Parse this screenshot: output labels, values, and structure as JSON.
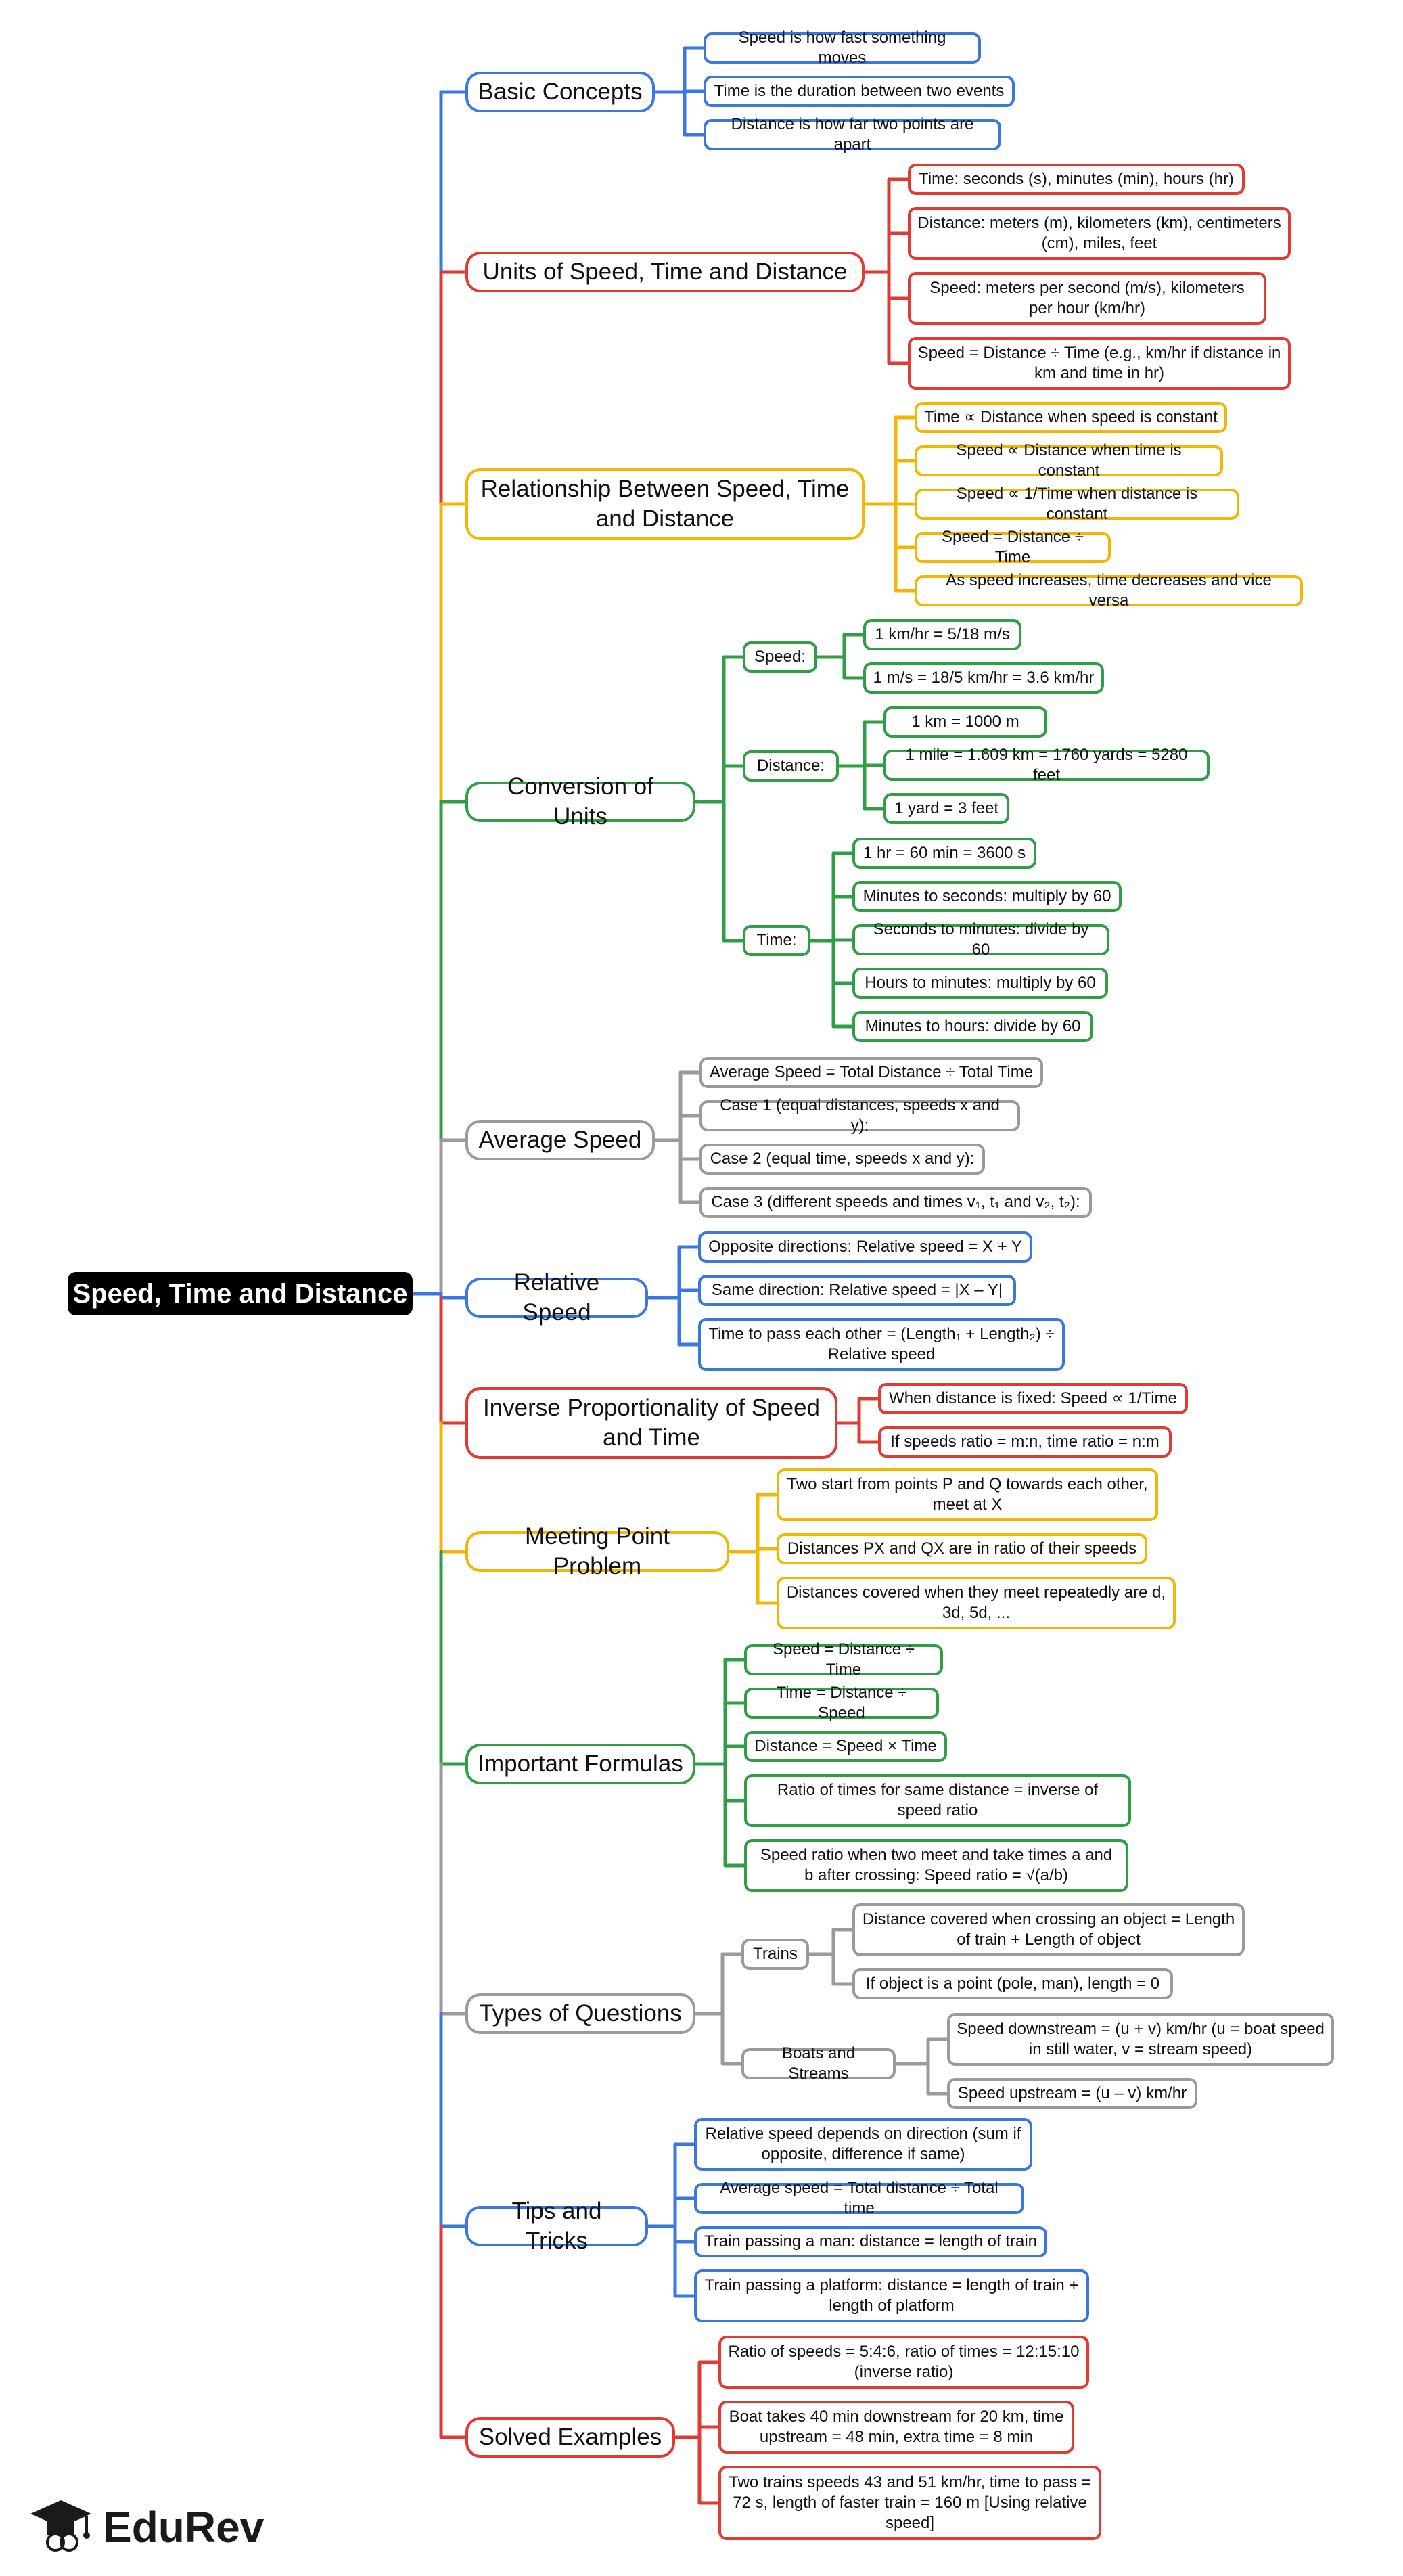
{
  "colors": {
    "blue": "#3a78e0",
    "red": "#e03a32",
    "yellow": "#f2b705",
    "green": "#2f9e44",
    "gray": "#9a9a9a",
    "root_bg": "#000000"
  },
  "root": {
    "label": "Speed, Time and Distance"
  },
  "branches": [
    {
      "label": "Basic Concepts",
      "color": "blue",
      "leaves": [
        {
          "label": "Speed is how fast something moves"
        },
        {
          "label": "Time is the duration between two events"
        },
        {
          "label": "Distance is how far two points are apart"
        }
      ]
    },
    {
      "label": "Units of Speed, Time and Distance",
      "color": "red",
      "leaves": [
        {
          "label": "Time: seconds (s), minutes (min), hours (hr)"
        },
        {
          "label": "Distance: meters (m), kilometers (km), centimeters (cm), miles, feet"
        },
        {
          "label": "Speed: meters per second (m/s), kilometers per hour (km/hr)"
        },
        {
          "label": "Speed = Distance ÷ Time (e.g., km/hr if distance in km and time in hr)"
        }
      ]
    },
    {
      "label": "Relationship Between Speed, Time and Distance",
      "color": "yellow",
      "leaves": [
        {
          "label": "Time ∝ Distance when speed is constant"
        },
        {
          "label": "Speed ∝ Distance when time is constant"
        },
        {
          "label": "Speed ∝ 1/Time when distance is constant"
        },
        {
          "label": "Speed = Distance ÷ Time"
        },
        {
          "label": "As speed increases, time decreases and vice versa"
        }
      ]
    },
    {
      "label": "Conversion of Units",
      "color": "green",
      "groups": [
        {
          "label": "Speed:",
          "leaves": [
            {
              "label": "1 km/hr = 5/18 m/s"
            },
            {
              "label": "1 m/s = 18/5 km/hr = 3.6 km/hr"
            }
          ]
        },
        {
          "label": "Distance:",
          "leaves": [
            {
              "label": "1 km = 1000 m"
            },
            {
              "label": "1 mile = 1.609 km = 1760 yards = 5280 feet"
            },
            {
              "label": "1 yard = 3 feet"
            }
          ]
        },
        {
          "label": "Time:",
          "leaves": [
            {
              "label": "1 hr = 60 min = 3600 s"
            },
            {
              "label": "Minutes to seconds: multiply by 60"
            },
            {
              "label": "Seconds to minutes: divide by 60"
            },
            {
              "label": "Hours to minutes: multiply by 60"
            },
            {
              "label": "Minutes to hours: divide by 60"
            }
          ]
        }
      ]
    },
    {
      "label": "Average Speed",
      "color": "gray",
      "leaves": [
        {
          "label": "Average Speed = Total Distance ÷ Total Time"
        },
        {
          "label": "Case 1 (equal distances, speeds x and y):"
        },
        {
          "label": "Case 2 (equal time, speeds x and y):"
        },
        {
          "label": "Case 3 (different speeds and times v₁, t₁ and v₂, t₂):"
        }
      ]
    },
    {
      "label": "Relative Speed",
      "color": "blue",
      "leaves": [
        {
          "label": "Opposite directions: Relative speed = X + Y"
        },
        {
          "label": "Same direction: Relative speed = |X – Y|"
        },
        {
          "label": "Time to pass each other = (Length₁ + Length₂) ÷ Relative speed"
        }
      ]
    },
    {
      "label": "Inverse Proportionality of Speed and Time",
      "color": "red",
      "leaves": [
        {
          "label": "When distance is fixed: Speed ∝ 1/Time"
        },
        {
          "label": "If speeds ratio = m:n, time ratio = n:m"
        }
      ]
    },
    {
      "label": "Meeting Point Problem",
      "color": "yellow",
      "leaves": [
        {
          "label": "Two start from points P and Q towards each other, meet at X"
        },
        {
          "label": "Distances PX and QX are in ratio of their speeds"
        },
        {
          "label": "Distances covered when they meet repeatedly are d, 3d, 5d, ..."
        }
      ]
    },
    {
      "label": "Important Formulas",
      "color": "green",
      "leaves": [
        {
          "label": "Speed = Distance ÷ Time"
        },
        {
          "label": "Time = Distance ÷ Speed"
        },
        {
          "label": "Distance = Speed × Time"
        },
        {
          "label": "Ratio of times for same distance = inverse of speed ratio"
        },
        {
          "label": "Speed ratio when two meet and take times a and b after crossing: Speed ratio = √(a/b)"
        }
      ]
    },
    {
      "label": "Types of Questions",
      "color": "gray",
      "groups": [
        {
          "label": "Trains",
          "leaves": [
            {
              "label": "Distance covered when crossing an object = Length of train + Length of object"
            },
            {
              "label": "If object is a point (pole, man), length = 0"
            }
          ]
        },
        {
          "label": "Boats and Streams",
          "leaves": [
            {
              "label": "Speed downstream = (u + v) km/hr (u = boat speed in still water, v = stream speed)"
            },
            {
              "label": "Speed upstream = (u – v) km/hr"
            }
          ]
        }
      ]
    },
    {
      "label": "Tips and Tricks",
      "color": "blue",
      "leaves": [
        {
          "label": "Relative speed depends on direction (sum if opposite, difference if same)"
        },
        {
          "label": "Average speed = Total distance ÷ Total time"
        },
        {
          "label": "Train passing a man: distance = length of train"
        },
        {
          "label": "Train passing a platform: distance = length of train + length of platform"
        }
      ]
    },
    {
      "label": "Solved Examples",
      "color": "red",
      "leaves": [
        {
          "label": "Ratio of speeds = 5:4:6, ratio of times = 12:15:10 (inverse ratio)"
        },
        {
          "label": "Boat takes 40 min downstream for 20 km, time upstream = 48 min, extra time = 8 min"
        },
        {
          "label": "Two trains speeds 43 and 51 km/hr, time to pass = 72 s, length of faster train = 160 m [Using relative speed]"
        }
      ]
    }
  ],
  "logo": {
    "text": "EduRev",
    "icon": "graduation-cap-icon"
  }
}
